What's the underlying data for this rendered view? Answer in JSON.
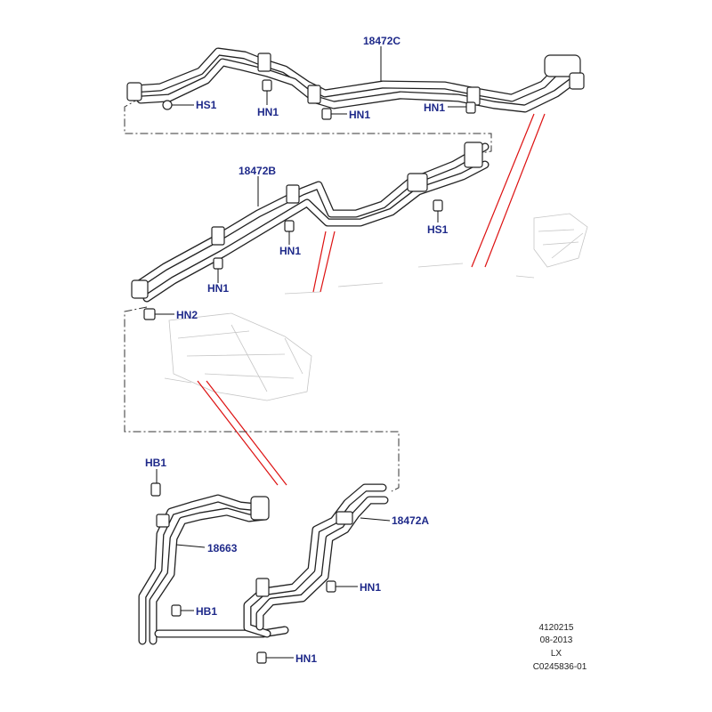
{
  "parts": {
    "hose_c": "18472C",
    "hose_b": "18472B",
    "hose_a": "18472A",
    "hose_rear": "18663"
  },
  "fasteners": {
    "hs1_top": "HS1",
    "hn1_top_a": "HN1",
    "hn1_top_b": "HN1",
    "hn1_top_c": "HN1",
    "hs1_mid": "HS1",
    "hn1_mid_a": "HN1",
    "hn1_mid_b": "HN1",
    "hn2_mid": "HN2",
    "hb1_upper": "HB1",
    "hb1_lower": "HB1",
    "hn1_bottom_a": "HN1",
    "hn1_bottom_b": "HN1"
  },
  "footer": {
    "code1": "4120215",
    "date": "08-2013",
    "model": "LX",
    "ref": "C0245836-01"
  }
}
